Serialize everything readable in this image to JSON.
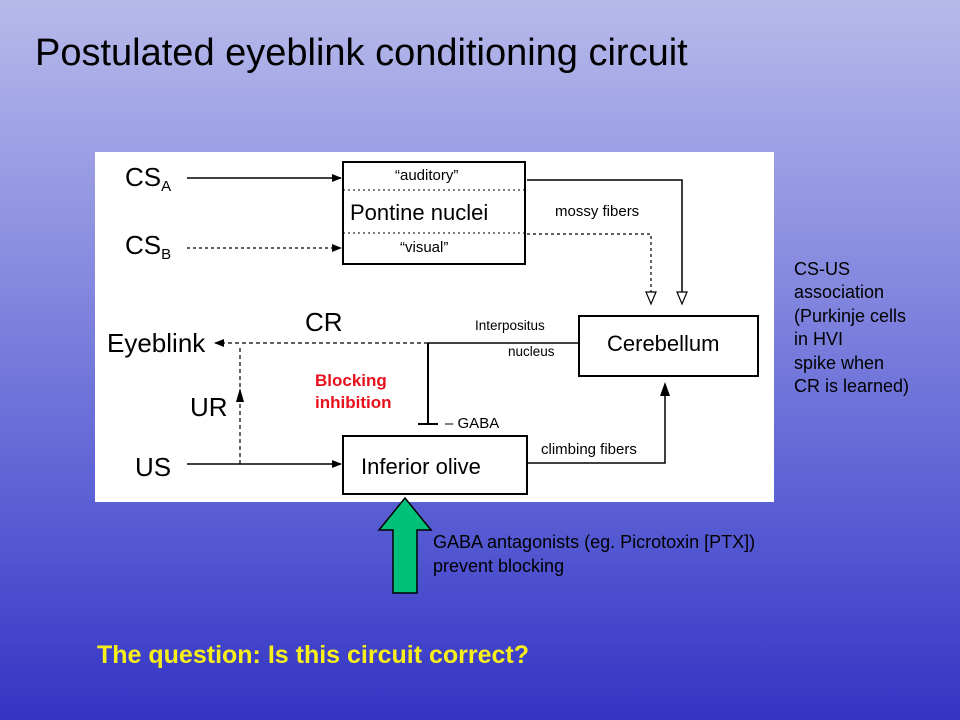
{
  "title": "Postulated eyeblink conditioning circuit",
  "diagram": {
    "cs_a": {
      "main": "CS",
      "sub": "A"
    },
    "cs_b": {
      "main": "CS",
      "sub": "B"
    },
    "pontine": {
      "top": "“auditory”",
      "name": "Pontine nuclei",
      "bottom": "“visual”"
    },
    "mossy_fibers": "mossy fibers",
    "cr": "CR",
    "eyeblink": "Eyeblink",
    "ur": "UR",
    "us": "US",
    "interpositus_line1": "Interpositus",
    "interpositus_line2": "nucleus",
    "cerebellum": "Cerebellum",
    "blocking_line1": "Blocking",
    "blocking_line2": "inhibition",
    "gaba_sign": "–",
    "gaba": "GABA",
    "climbing_fibers": "climbing fibers",
    "inferior_olive": "Inferior olive"
  },
  "notes": {
    "cs_us": "CS-US\nassociation\n(Purkinje cells\nin HVI\nspike when\nCR is learned)",
    "gaba_antagonists": "GABA antagonists (eg. Picrotoxin [PTX])\nprevent blocking"
  },
  "question": "The question: Is this circuit correct?",
  "colors": {
    "background_top": "#b7b9ea",
    "background_bottom": "#3434c4",
    "blocking_text": "#e8101c",
    "question_text": "#f7ee1a",
    "up_arrow": "#00c07a"
  }
}
